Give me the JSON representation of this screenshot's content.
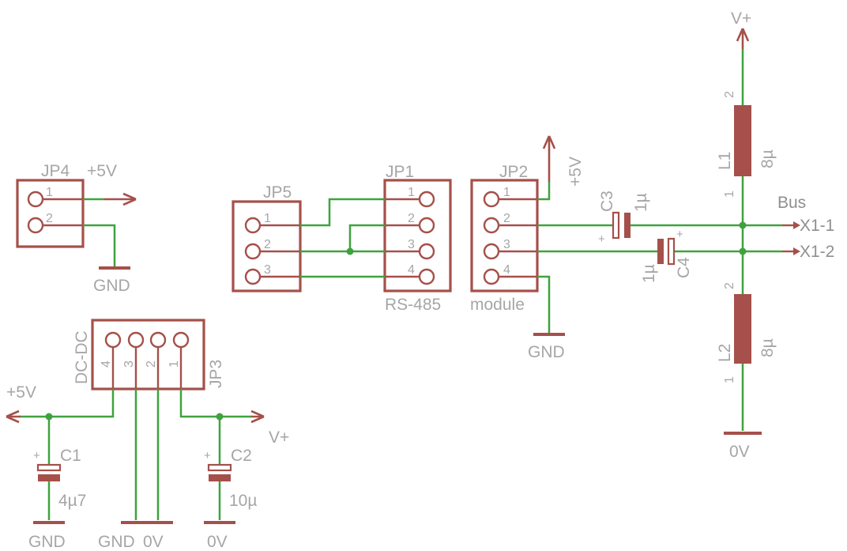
{
  "colors": {
    "background": "#ffffff",
    "symbol": "#a5504a",
    "wire": "#3fa23f",
    "label": "#a6a6a6",
    "bus_label": "#8f8f8f"
  },
  "connectors": {
    "jp4": {
      "ref": "JP4",
      "pins": [
        "1",
        "2"
      ]
    },
    "jp5": {
      "ref": "JP5",
      "pins": [
        "1",
        "2",
        "3"
      ]
    },
    "jp1": {
      "ref": "JP1",
      "pins": [
        "1",
        "2",
        "3",
        "4"
      ],
      "caption": "RS-485"
    },
    "jp2": {
      "ref": "JP2",
      "pins": [
        "1",
        "2",
        "3",
        "4"
      ],
      "caption": "module"
    },
    "jp3": {
      "ref": "JP3",
      "pins": [
        "4",
        "3",
        "2",
        "1"
      ],
      "caption": "DC-DC"
    }
  },
  "capacitors": {
    "c1": {
      "ref": "C1",
      "value": "4µ7",
      "polarity": "+"
    },
    "c2": {
      "ref": "C2",
      "value": "10µ",
      "polarity": "+"
    },
    "c3": {
      "ref": "C3",
      "value": "1µ",
      "polarity": "+"
    },
    "c4": {
      "ref": "C4",
      "value": "1µ",
      "polarity": "+"
    }
  },
  "inductors": {
    "l1": {
      "ref": "L1",
      "value": "8µ",
      "pin_top": "2",
      "pin_bottom": "1"
    },
    "l2": {
      "ref": "L2",
      "value": "8µ",
      "pin_top": "2",
      "pin_bottom": "1"
    }
  },
  "nets": {
    "plus5v_jp4": "+5V",
    "gnd_jp4": "GND",
    "plus5v_jp2": "+5V",
    "gnd_jp2": "GND",
    "vplus_top": "V+",
    "zerov_l2": "0V",
    "plus5v_jp3": "+5V",
    "vplus_jp3": "V+",
    "gnd_c1": "GND",
    "gnd_jp3": "GND",
    "zerov_jp3": "0V",
    "zerov_c2": "0V"
  },
  "bus": {
    "label": "Bus",
    "x1_1": "X1-1",
    "x1_2": "X1-2"
  }
}
